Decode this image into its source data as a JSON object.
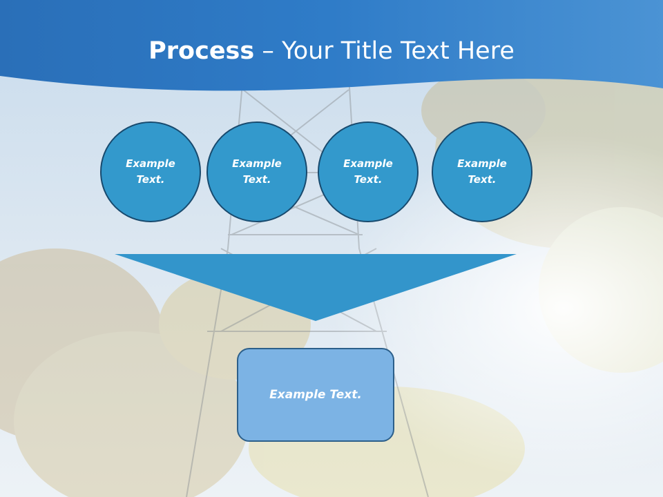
{
  "title": {
    "bold": "Process",
    "rest": " – Your Title Text Here"
  },
  "circles": [
    {
      "label": "Example Text."
    },
    {
      "label": "Example Text."
    },
    {
      "label": "Example Text."
    },
    {
      "label": "Example Text."
    }
  ],
  "result_box": {
    "label": "Example Text."
  },
  "colors": {
    "header_blue": "#2f7cc8",
    "circle_fill": "#3399cc",
    "circle_border": "#184a6e",
    "funnel_fill": "#3395cb",
    "box_fill": "#7cb3e4",
    "box_border": "#2c5f8a"
  }
}
